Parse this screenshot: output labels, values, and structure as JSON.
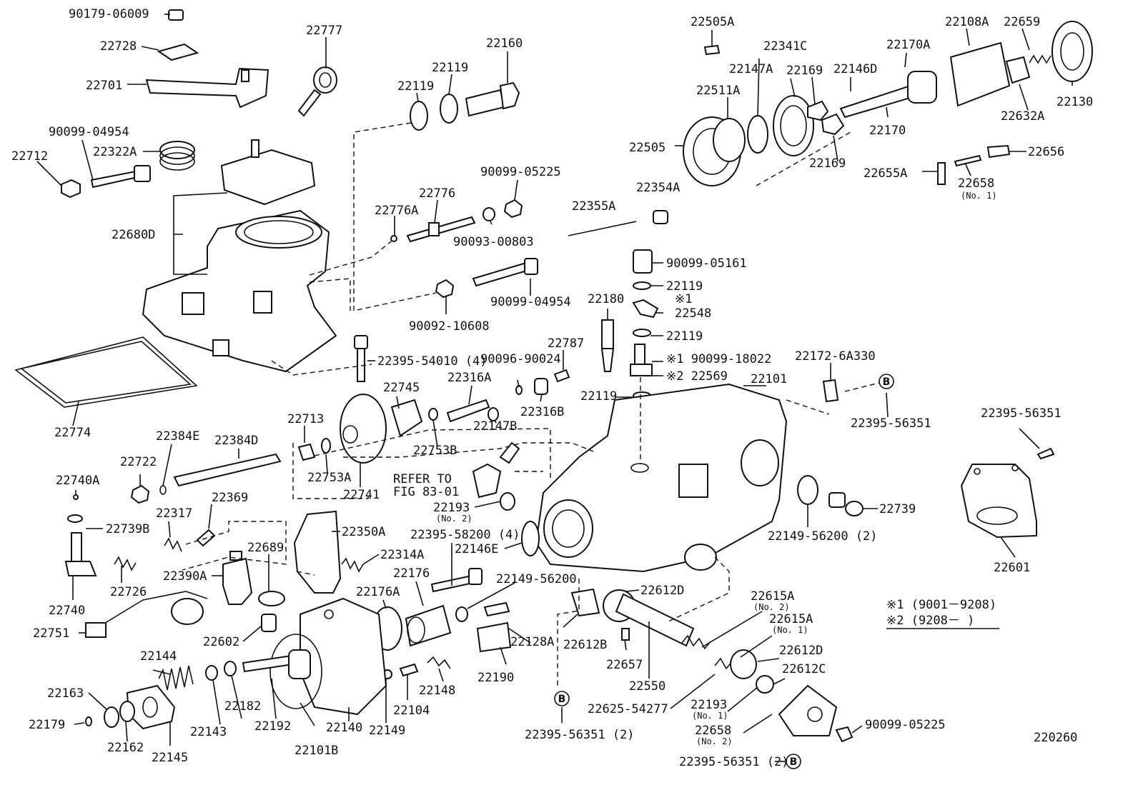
{
  "diagram_id": "220260",
  "refer_note": {
    "line1": "REFER TO",
    "line2": "FIG 83-01"
  },
  "legend": {
    "row1": "※1 (9001－9208)",
    "row2": "※2 (9208－      )"
  },
  "callout_letter": "B",
  "labels": [
    {
      "id": "p90179-06009",
      "text": "90179-06009"
    },
    {
      "id": "p22728",
      "text": "22728"
    },
    {
      "id": "p22701",
      "text": "22701"
    },
    {
      "id": "p90099-04954-a",
      "text": "90099-04954"
    },
    {
      "id": "p22712",
      "text": "22712"
    },
    {
      "id": "p22322A",
      "text": "22322A"
    },
    {
      "id": "p22680D",
      "text": "22680D"
    },
    {
      "id": "p22774",
      "text": "22774"
    },
    {
      "id": "p22777",
      "text": "22777"
    },
    {
      "id": "p22160",
      "text": "22160"
    },
    {
      "id": "p22119-a",
      "text": "22119"
    },
    {
      "id": "p22119-b",
      "text": "22119"
    },
    {
      "id": "p90099-05225-a",
      "text": "90099-05225"
    },
    {
      "id": "p22776",
      "text": "22776"
    },
    {
      "id": "p22776A",
      "text": "22776A"
    },
    {
      "id": "p90093-00803",
      "text": "90093-00803"
    },
    {
      "id": "p90099-04954-b",
      "text": "90099-04954"
    },
    {
      "id": "p90092-10608",
      "text": "90092-10608"
    },
    {
      "id": "p22395-54010",
      "text": "22395-54010 (4)"
    },
    {
      "id": "p22355A",
      "text": "22355A"
    },
    {
      "id": "p22354A",
      "text": "22354A"
    },
    {
      "id": "p22505A",
      "text": "22505A"
    },
    {
      "id": "p22341C",
      "text": "22341C"
    },
    {
      "id": "p22147A",
      "text": "22147A"
    },
    {
      "id": "p22169-a",
      "text": "22169"
    },
    {
      "id": "p22146D",
      "text": "22146D"
    },
    {
      "id": "p22170A",
      "text": "22170A"
    },
    {
      "id": "p22108A",
      "text": "22108A"
    },
    {
      "id": "p22659",
      "text": "22659"
    },
    {
      "id": "p22511A",
      "text": "22511A"
    },
    {
      "id": "p22505",
      "text": "22505"
    },
    {
      "id": "p22169-b",
      "text": "22169"
    },
    {
      "id": "p22170",
      "text": "22170"
    },
    {
      "id": "p22632A",
      "text": "22632A"
    },
    {
      "id": "p22130",
      "text": "22130"
    },
    {
      "id": "p22656",
      "text": "22656"
    },
    {
      "id": "p22655A",
      "text": "22655A"
    },
    {
      "id": "p22658-1",
      "text": "22658"
    },
    {
      "id": "p22658-1-note",
      "text": "(No. 1)"
    },
    {
      "id": "p90099-05161",
      "text": "90099-05161"
    },
    {
      "id": "p22119-c",
      "text": "22119"
    },
    {
      "id": "p22548-mark",
      "text": "※1"
    },
    {
      "id": "p22548",
      "text": "22548"
    },
    {
      "id": "p22180",
      "text": "22180"
    },
    {
      "id": "p22119-d",
      "text": "22119"
    },
    {
      "id": "p90099-18022",
      "text": "※1 90099-18022"
    },
    {
      "id": "p22569",
      "text": "※2 22569"
    },
    {
      "id": "p22119-e",
      "text": "22119"
    },
    {
      "id": "p22101",
      "text": "22101"
    },
    {
      "id": "p22172-6A330",
      "text": "22172-6A330"
    },
    {
      "id": "p22395-56351-a",
      "text": "22395-56351"
    },
    {
      "id": "p22395-56351-b",
      "text": "22395-56351"
    },
    {
      "id": "p22787",
      "text": "22787"
    },
    {
      "id": "p90096-90024",
      "text": "90096-90024"
    },
    {
      "id": "p22316A",
      "text": "22316A"
    },
    {
      "id": "p22316B",
      "text": "22316B"
    },
    {
      "id": "p22745",
      "text": "22745"
    },
    {
      "id": "p22147B",
      "text": "22147B"
    },
    {
      "id": "p22753B",
      "text": "22753B"
    },
    {
      "id": "p22713",
      "text": "22713"
    },
    {
      "id": "p22384E",
      "text": "22384E"
    },
    {
      "id": "p22384D",
      "text": "22384D"
    },
    {
      "id": "p22722",
      "text": "22722"
    },
    {
      "id": "p22753A",
      "text": "22753A"
    },
    {
      "id": "p22741",
      "text": "22741"
    },
    {
      "id": "p22740A",
      "text": "22740A"
    },
    {
      "id": "p22369",
      "text": "22369"
    },
    {
      "id": "p22317",
      "text": "22317"
    },
    {
      "id": "p22739B",
      "text": "22739B"
    },
    {
      "id": "p22193-2",
      "text": "22193"
    },
    {
      "id": "p22193-2-note",
      "text": "(No. 2)"
    },
    {
      "id": "p22395-58200",
      "text": "22395-58200 (4)"
    },
    {
      "id": "p22146E",
      "text": "22146E"
    },
    {
      "id": "p22739",
      "text": "22739"
    },
    {
      "id": "p22149-56200-2",
      "text": "22149-56200 (2)"
    },
    {
      "id": "p22601",
      "text": "22601"
    },
    {
      "id": "p22350A",
      "text": "22350A"
    },
    {
      "id": "p22314A",
      "text": "22314A"
    },
    {
      "id": "p22176",
      "text": "22176"
    },
    {
      "id": "p22149-56200",
      "text": "22149-56200"
    },
    {
      "id": "p22176A",
      "text": "22176A"
    },
    {
      "id": "p22689",
      "text": "22689"
    },
    {
      "id": "p22390A",
      "text": "22390A"
    },
    {
      "id": "p22740",
      "text": "22740"
    },
    {
      "id": "p22726",
      "text": "22726"
    },
    {
      "id": "p22751",
      "text": "22751"
    },
    {
      "id": "p22602",
      "text": "22602"
    },
    {
      "id": "p22612D-a",
      "text": "22612D"
    },
    {
      "id": "p22612B",
      "text": "22612B"
    },
    {
      "id": "p22657",
      "text": "22657"
    },
    {
      "id": "p22550",
      "text": "22550"
    },
    {
      "id": "p22615A-2",
      "text": "22615A"
    },
    {
      "id": "p22615A-2-note",
      "text": "(No. 2)"
    },
    {
      "id": "p22615A-1",
      "text": "22615A"
    },
    {
      "id": "p22615A-1-note",
      "text": "(No. 1)"
    },
    {
      "id": "p22612D-b",
      "text": "22612D"
    },
    {
      "id": "p22612C",
      "text": "22612C"
    },
    {
      "id": "p22128A",
      "text": "22128A"
    },
    {
      "id": "p22190",
      "text": "22190"
    },
    {
      "id": "p22148",
      "text": "22148"
    },
    {
      "id": "p22104",
      "text": "22104"
    },
    {
      "id": "p22149",
      "text": "22149"
    },
    {
      "id": "p22140",
      "text": "22140"
    },
    {
      "id": "p22101B",
      "text": "22101B"
    },
    {
      "id": "p22192",
      "text": "22192"
    },
    {
      "id": "p22182",
      "text": "22182"
    },
    {
      "id": "p22143",
      "text": "22143"
    },
    {
      "id": "p22144",
      "text": "22144"
    },
    {
      "id": "p22163",
      "text": "22163"
    },
    {
      "id": "p22179",
      "text": "22179"
    },
    {
      "id": "p22162",
      "text": "22162"
    },
    {
      "id": "p22145",
      "text": "22145"
    },
    {
      "id": "p22395-56351-2a",
      "text": "22395-56351 (2)"
    },
    {
      "id": "p22625-54277",
      "text": "22625-54277"
    },
    {
      "id": "p22193-1",
      "text": "22193"
    },
    {
      "id": "p22193-1-note",
      "text": "(No. 1)"
    },
    {
      "id": "p22658-2",
      "text": "22658"
    },
    {
      "id": "p22658-2-note",
      "text": "(No. 2)"
    },
    {
      "id": "p90099-05225-b",
      "text": "90099-05225"
    },
    {
      "id": "p22395-56351-2b",
      "text": "22395-56351 (2)"
    }
  ]
}
